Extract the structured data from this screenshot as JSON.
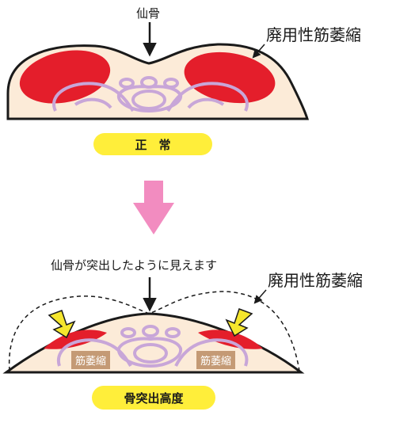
{
  "top": {
    "sacrum_label": "仙骨",
    "atrophy_label": "廃用性筋萎縮",
    "status_label": "正　常"
  },
  "bottom": {
    "sacrum_label": "仙骨が突出したように見えます",
    "atrophy_label": "廃用性筋萎縮",
    "muscle_tag_left": "筋萎縮",
    "muscle_tag_right": "筋萎縮",
    "status_label": "骨突出高度"
  },
  "colors": {
    "skin": "#fcebd8",
    "muscle": "#e41e2b",
    "bone_outline": "#c8a6d8",
    "outline": "#1a1a1a",
    "pill": "#ffee3a",
    "arrow_pink": "#f28cc0",
    "arrow_yellow": "#f5e62d",
    "tag": "#c49a75"
  }
}
